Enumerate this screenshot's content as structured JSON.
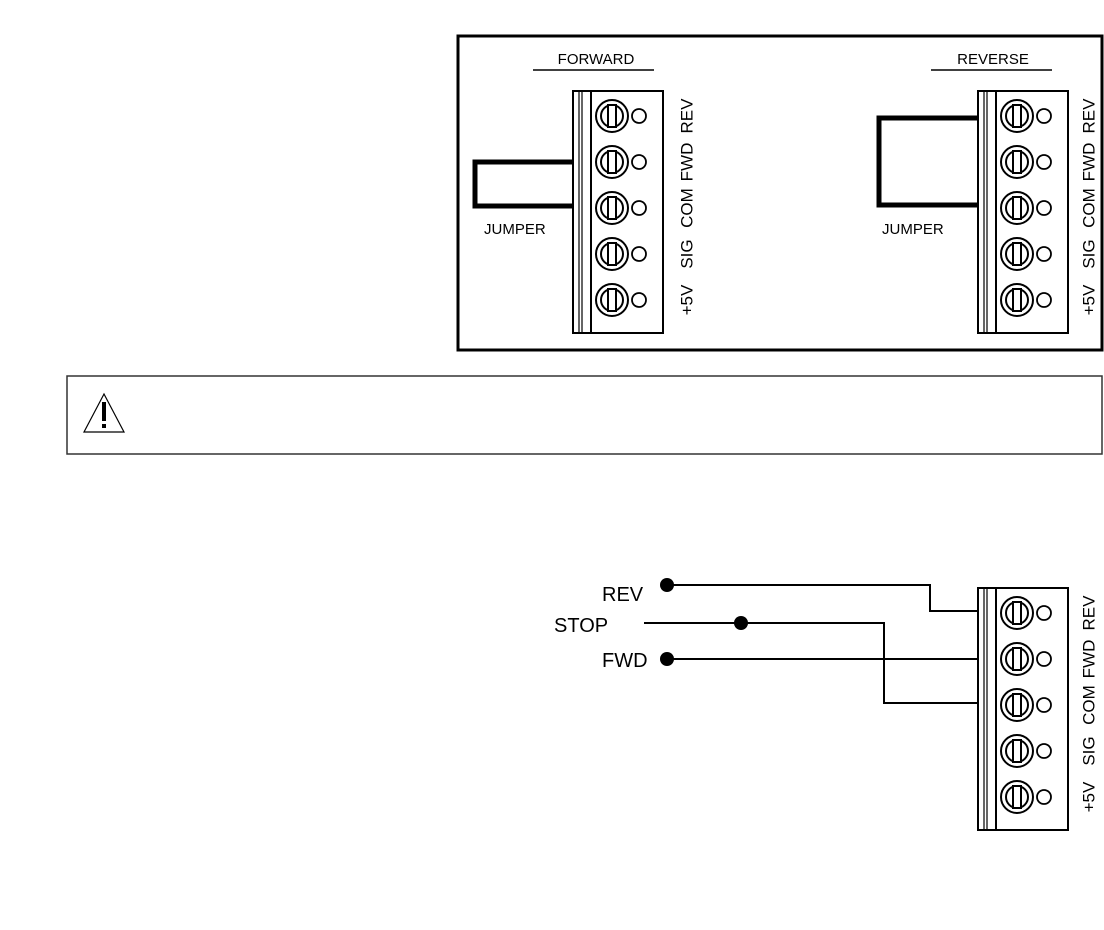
{
  "colors": {
    "line": "#000000",
    "background": "#ffffff",
    "callout_border": "#333333"
  },
  "terminal_labels": [
    "+5V",
    "SIG",
    "COM",
    "FWD",
    "REV"
  ],
  "jumper_panel": {
    "forward": {
      "title": "FORWARD",
      "jumper_label": "JUMPER"
    },
    "reverse": {
      "title": "REVERSE",
      "jumper_label": "JUMPER"
    }
  },
  "warning_callout": {
    "icon": "warning-triangle-icon",
    "text": ""
  },
  "switch_diagram": {
    "rev_label": "REV",
    "stop_label": "STOP",
    "fwd_label": "FWD"
  }
}
